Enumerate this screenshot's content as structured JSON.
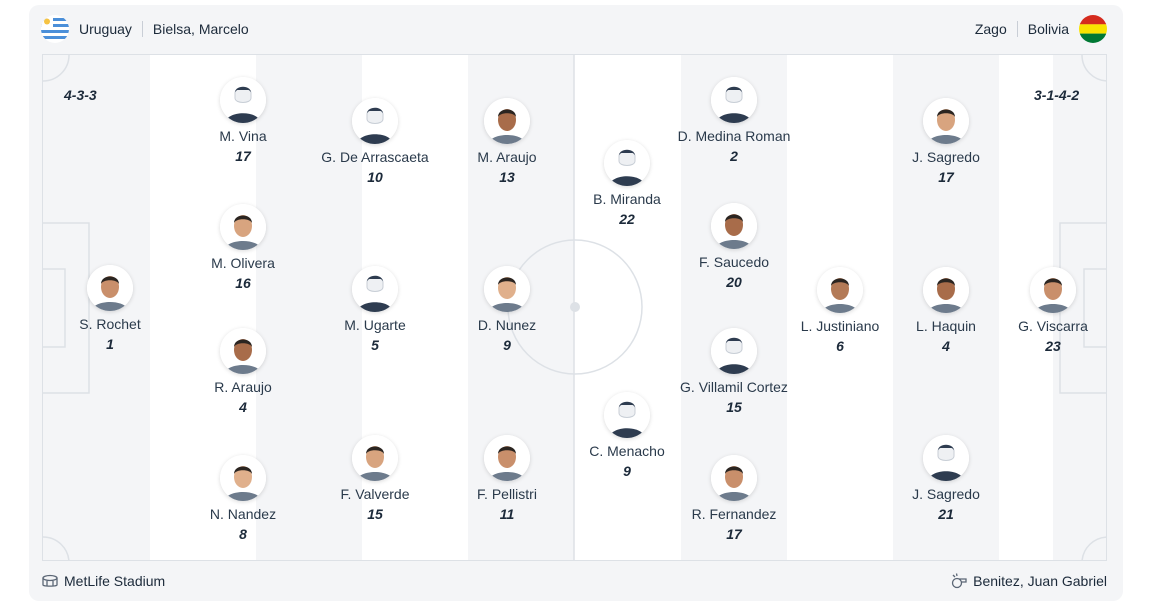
{
  "home": {
    "team": "Uruguay",
    "coach": "Bielsa, Marcelo",
    "formation": "4-3-3",
    "flag_icon": "uruguay-flag-icon",
    "players": [
      {
        "name": "S. Rochet",
        "number": "1",
        "photo": "photo"
      },
      {
        "name": "M. Vina",
        "number": "17",
        "photo": "silhouette"
      },
      {
        "name": "M. Olivera",
        "number": "16",
        "photo": "photo"
      },
      {
        "name": "R. Araujo",
        "number": "4",
        "photo": "photo"
      },
      {
        "name": "N. Nandez",
        "number": "8",
        "photo": "photo"
      },
      {
        "name": "G. De Arrascaeta",
        "number": "10",
        "photo": "silhouette"
      },
      {
        "name": "M. Ugarte",
        "number": "5",
        "photo": "silhouette"
      },
      {
        "name": "F. Valverde",
        "number": "15",
        "photo": "photo"
      },
      {
        "name": "M. Araujo",
        "number": "13",
        "photo": "photo"
      },
      {
        "name": "D. Nunez",
        "number": "9",
        "photo": "photo"
      },
      {
        "name": "F. Pellistri",
        "number": "11",
        "photo": "photo"
      }
    ]
  },
  "away": {
    "team": "Bolivia",
    "coach": "Zago",
    "formation": "3-1-4-2",
    "flag_icon": "bolivia-flag-icon",
    "players": [
      {
        "name": "B. Miranda",
        "number": "22",
        "photo": "silhouette"
      },
      {
        "name": "C. Menacho",
        "number": "9",
        "photo": "silhouette"
      },
      {
        "name": "D. Medina Roman",
        "number": "2",
        "photo": "silhouette"
      },
      {
        "name": "F. Saucedo",
        "number": "20",
        "photo": "photo"
      },
      {
        "name": "G. Villamil Cortez",
        "number": "15",
        "photo": "silhouette"
      },
      {
        "name": "R. Fernandez",
        "number": "17",
        "photo": "photo"
      },
      {
        "name": "L. Justiniano",
        "number": "6",
        "photo": "photo"
      },
      {
        "name": "J. Sagredo",
        "number": "17",
        "photo": "photo"
      },
      {
        "name": "L. Haquin",
        "number": "4",
        "photo": "photo"
      },
      {
        "name": "J. Sagredo",
        "number": "21",
        "photo": "silhouette"
      },
      {
        "name": "G. Viscarra",
        "number": "23",
        "photo": "photo"
      }
    ]
  },
  "footer": {
    "stadium": "MetLife Stadium",
    "stadium_icon": "stadium-icon",
    "referee": "Benitez, Juan Gabriel",
    "referee_icon": "whistle-icon"
  },
  "colors": {
    "card_bg": "#f4f5f7",
    "stripe": "#ffffff",
    "text": "#1c2a3a",
    "lines": "#dde1e6"
  }
}
